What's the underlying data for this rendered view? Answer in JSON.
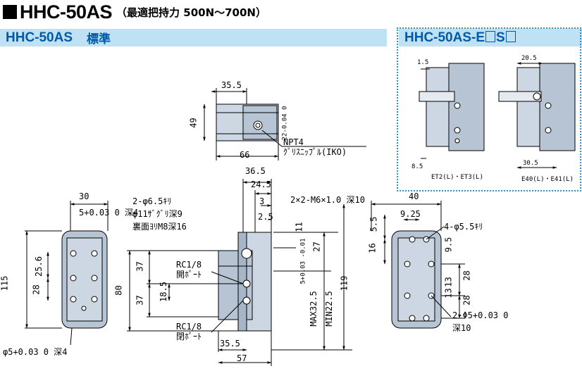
{
  "title": {
    "main": "HHC-50AS",
    "sub": "（最適把持力 500N～700N）"
  },
  "band_left": {
    "model": "HHC-50AS",
    "label": "標準"
  },
  "band_right": {
    "model_prefix": "HHC-50AS-E",
    "model_mid": "S"
  },
  "top_view": {
    "w1": "35.5",
    "h1": "49",
    "tol": "22-0.04 0",
    "w2": "66",
    "npt": "NPT4",
    "grease": "ｸﾞﾘｽﾆｯﾌﾟﾙ(IKO)"
  },
  "front_view": {
    "w1": "30",
    "hole_top": "5+0.03 0 深4",
    "d1": "25.6",
    "d2": "28",
    "h_total": "115",
    "hole_bottom": "φ5+0.03 0 深4"
  },
  "side_view": {
    "d_365": "36.5",
    "d_245": "24.5",
    "d_3": "3",
    "d_25": "2.5",
    "note1": "2-φ6.5ｷﾘ",
    "note2": "φ11ｻﾞｸﾞﾘ深9",
    "note3": "裏面ﾖﾘM8深16",
    "thread": "2×2-M6×1.0 深10",
    "d_11": "11",
    "d_27": "27",
    "tol": "5+0.03 -0.01",
    "d_119": "119",
    "d_80": "80",
    "d_37a": "37",
    "d_37b": "37",
    "d_185": "18.5",
    "max": "MAX32.5",
    "min": "MIN22.5",
    "rc1": "RC1/8",
    "port1": "開ﾎﾟｰﾄ",
    "rc2": "RC1/8",
    "port2": "閉ﾎﾟｰﾄ",
    "d_355": "35.5",
    "d_57": "57"
  },
  "rear_view": {
    "w": "40",
    "d_925": "9.25",
    "d_55": "5.5",
    "d_16": "16",
    "holes": "4-φ5.5ｷﾘ",
    "d_95": "9.5",
    "d_28a": "28",
    "d_28b": "28",
    "d_13a": "13",
    "d_13b": "13",
    "pin": "2-Φ5+0.03 0",
    "depth": "深10"
  },
  "inset": {
    "d_15": "1.5",
    "d_205": "20.5",
    "d_85": "8.5",
    "d_305": "30.5",
    "cap1": "ET2(L)・ET3(L)",
    "cap2": "E40(L)・E41(L)"
  }
}
